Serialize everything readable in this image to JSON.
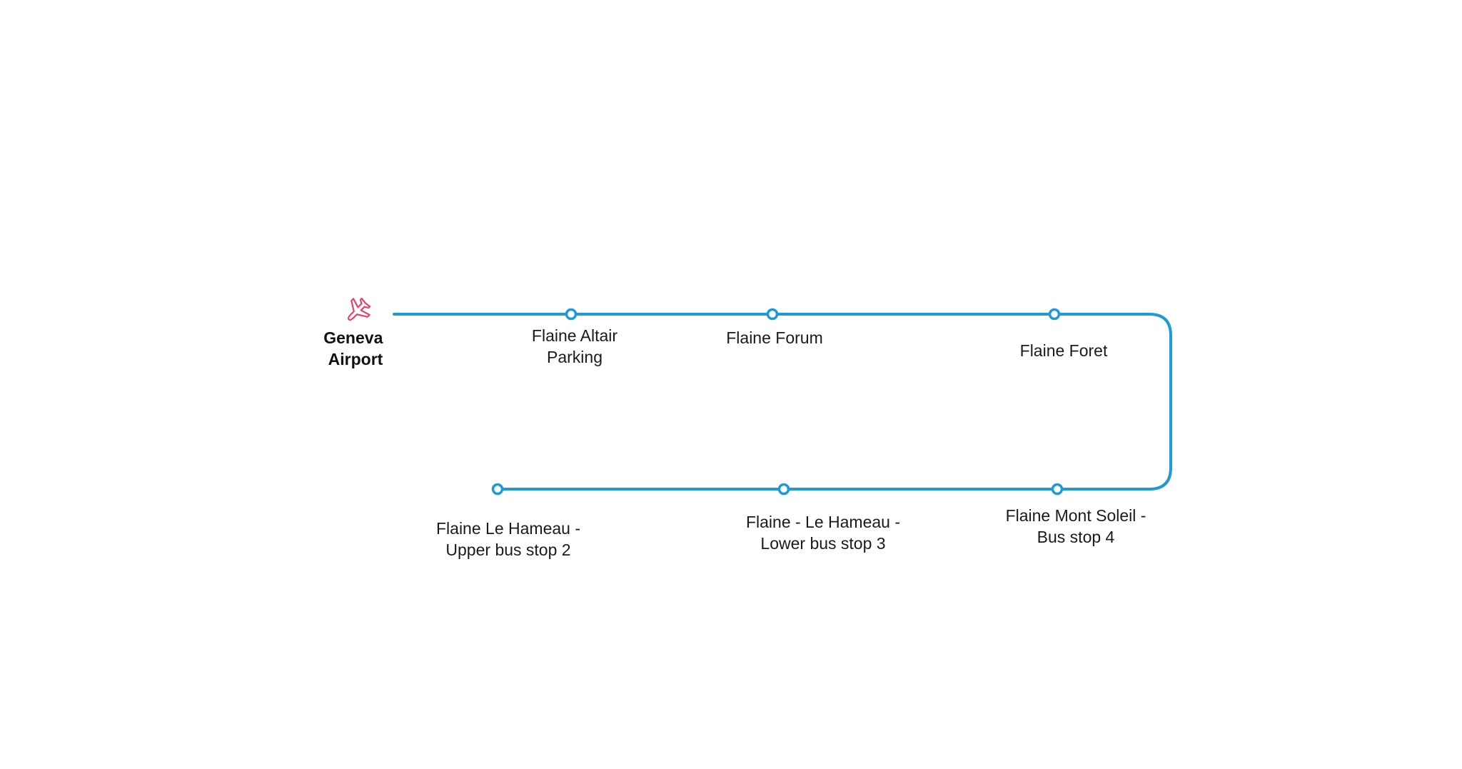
{
  "colors": {
    "route_line": "#1f9ad6",
    "stop_marker_fill": "#ffffff",
    "airport_icon": "#e8416a",
    "text": "#1a1a1a"
  },
  "origin": {
    "icon": "airplane-icon",
    "label_lines": [
      "Geneva",
      "Airport"
    ]
  },
  "stops": [
    {
      "id": "flaine-altair-parking",
      "label_lines": [
        "Flaine Altair",
        "Parking"
      ]
    },
    {
      "id": "flaine-forum",
      "label_lines": [
        "Flaine Forum"
      ]
    },
    {
      "id": "flaine-foret",
      "label_lines": [
        "Flaine Foret"
      ]
    },
    {
      "id": "flaine-mont-soleil",
      "label_lines": [
        "Flaine Mont Soleil -",
        "Bus stop 4"
      ]
    },
    {
      "id": "flaine-le-hameau-lower",
      "label_lines": [
        "Flaine - Le Hameau -",
        "Lower bus stop 3"
      ]
    },
    {
      "id": "flaine-le-hameau-upper",
      "label_lines": [
        "Flaine Le Hameau -",
        "Upper bus stop 2"
      ]
    }
  ]
}
